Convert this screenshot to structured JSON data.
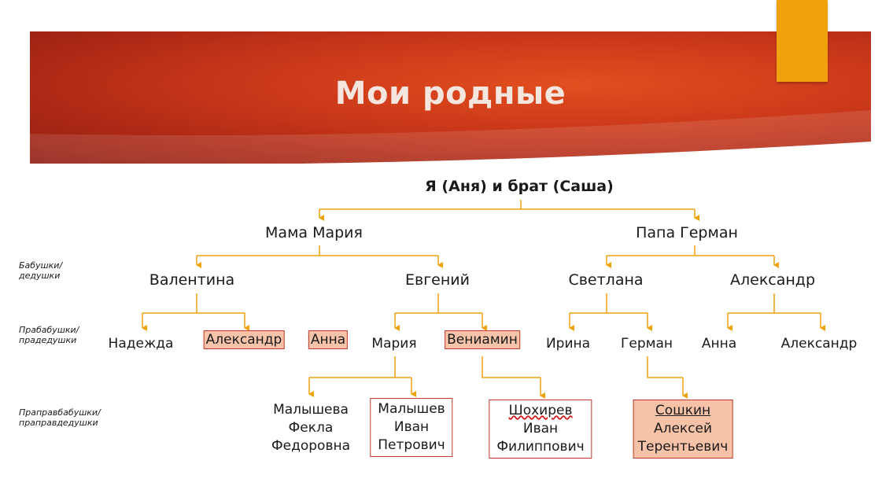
{
  "title": "Мои родные",
  "root": "Я (Аня) и брат (Саша)",
  "parents": {
    "mother": "Мама Мария",
    "father": "Папа Герман"
  },
  "grandparents": [
    "Валентина",
    "Евгений",
    "Светлана",
    "Александр"
  ],
  "great_grandparents": [
    "Надежда",
    "Александр",
    "Анна",
    "Мария",
    "Вениамин",
    "Ирина",
    "Герман",
    "Анна",
    "Александр"
  ],
  "great_great_grandparents": [
    {
      "surname": "Малышева",
      "name": "Фекла",
      "patronymic": "Федоровна"
    },
    {
      "surname": "Малышев",
      "name": "Иван",
      "patronymic": "Петрович"
    },
    {
      "surname": "Шохирев",
      "name": "Иван",
      "patronymic": "Филиппович"
    },
    {
      "surname": "Сошкин",
      "name": "Алексей",
      "patronymic": "Терентьевич"
    }
  ],
  "side_labels": {
    "grandparents": [
      "Бабушки/",
      "дедушки"
    ],
    "great_grandparents": [
      "Прабабушки/",
      "прадедушки"
    ],
    "great_great_grandparents": [
      "Праправбабушки/",
      "праправдедушки"
    ]
  },
  "colors": {
    "banner": "#c8361a",
    "accent": "#f0a20c",
    "connector": "#f0a20c",
    "box_fill": "#f6c3a8",
    "box_border": "#c0392b"
  }
}
